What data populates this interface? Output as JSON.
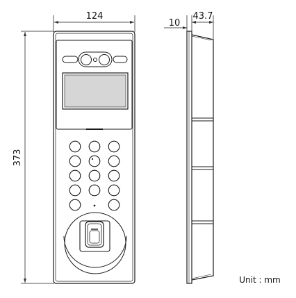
{
  "dimensions": {
    "width_label": "124",
    "height_label": "373",
    "flange_label": "10",
    "depth_label": "43.7"
  },
  "unit_label": "Unit : mm",
  "colors": {
    "line": "#1a1a1a",
    "screen_fill": "#d6d6d6",
    "background": "#ffffff"
  },
  "keypad": {
    "rows": 5,
    "cols": 3
  },
  "icons": [
    "camera-icon",
    "fingerprint-sensor-icon",
    "keypad-button-icon"
  ]
}
